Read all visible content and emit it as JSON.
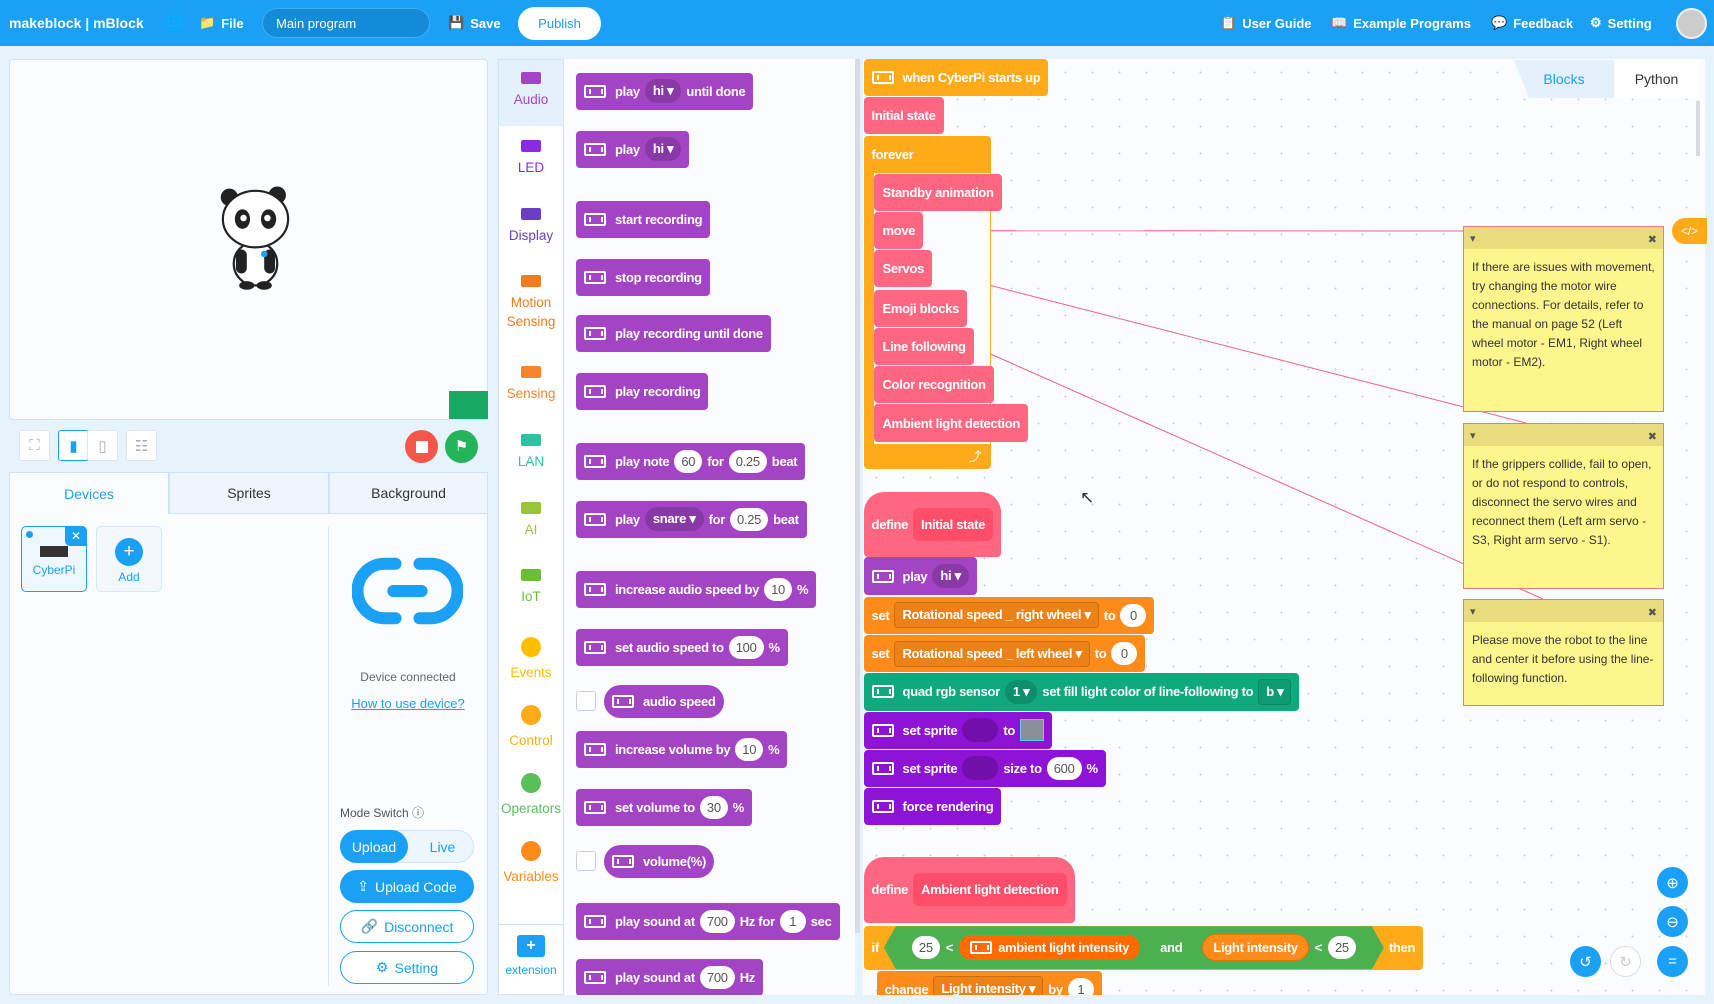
{
  "topbar": {
    "logo": "makeblock | mBlock",
    "file": "File",
    "program": "Main program",
    "save": "Save",
    "publish": "Publish",
    "user_guide": "User Guide",
    "examples": "Example Programs",
    "feedback": "Feedback",
    "setting": "Setting"
  },
  "stage_panel": {
    "tabs": [
      "Devices",
      "Sprites",
      "Background"
    ],
    "device_name": "CyberPi",
    "add": "Add",
    "status": "Device connected",
    "help_link": "How to use device?",
    "mode_label": "Mode Switch",
    "mode_upload": "Upload",
    "mode_live": "Live",
    "upload_code": "Upload Code",
    "disconnect": "Disconnect",
    "setting": "Setting"
  },
  "categories": [
    {
      "label": "Audio",
      "color": "#a244c4"
    },
    {
      "label": "LED",
      "color": "#8a2be2"
    },
    {
      "label": "Display",
      "color": "#6a3fc4"
    },
    {
      "label": "Motion Sensing",
      "color": "#f47a20"
    },
    {
      "label": "Sensing",
      "color": "#f4862e"
    },
    {
      "label": "LAN",
      "color": "#2cc3a0"
    },
    {
      "label": "AI",
      "color": "#9ac43a"
    },
    {
      "label": "IoT",
      "color": "#6abf36"
    },
    {
      "label": "Events",
      "color": "#ffbf00"
    },
    {
      "label": "Control",
      "color": "#ffab19"
    },
    {
      "label": "Operators",
      "color": "#59c059"
    },
    {
      "label": "Variables",
      "color": "#ff8c1a"
    }
  ],
  "extension": "extension",
  "palette": [
    {
      "parts": [
        {
          "k": "t",
          "text": "play"
        },
        {
          "k": "d",
          "text": "hi"
        },
        {
          "k": "t",
          "text": "until done"
        }
      ]
    },
    {
      "parts": [
        {
          "k": "t",
          "text": "play"
        },
        {
          "k": "d",
          "text": "hi"
        }
      ]
    },
    {
      "parts": [
        {
          "k": "t",
          "text": "start recording"
        }
      ]
    },
    {
      "parts": [
        {
          "k": "t",
          "text": "stop recording"
        }
      ]
    },
    {
      "parts": [
        {
          "k": "t",
          "text": "play recording until done"
        }
      ]
    },
    {
      "parts": [
        {
          "k": "t",
          "text": "play recording"
        }
      ]
    },
    {
      "parts": [
        {
          "k": "t",
          "text": "play note"
        },
        {
          "k": "n",
          "text": "60"
        },
        {
          "k": "t",
          "text": "for"
        },
        {
          "k": "n",
          "text": "0.25"
        },
        {
          "k": "t",
          "text": "beat"
        }
      ]
    },
    {
      "parts": [
        {
          "k": "t",
          "text": "play"
        },
        {
          "k": "d",
          "text": "snare"
        },
        {
          "k": "t",
          "text": "for"
        },
        {
          "k": "n",
          "text": "0.25"
        },
        {
          "k": "t",
          "text": "beat"
        }
      ]
    },
    {
      "parts": [
        {
          "k": "t",
          "text": "increase audio speed by"
        },
        {
          "k": "n",
          "text": "10"
        },
        {
          "k": "t",
          "text": "%"
        }
      ]
    },
    {
      "parts": [
        {
          "k": "t",
          "text": "set audio speed to"
        },
        {
          "k": "n",
          "text": "100"
        },
        {
          "k": "t",
          "text": "%"
        }
      ]
    },
    {
      "reporter": true,
      "parts": [
        {
          "k": "t",
          "text": "audio speed"
        }
      ]
    },
    {
      "parts": [
        {
          "k": "t",
          "text": "increase volume by"
        },
        {
          "k": "n",
          "text": "10"
        },
        {
          "k": "t",
          "text": "%"
        }
      ]
    },
    {
      "parts": [
        {
          "k": "t",
          "text": "set volume to"
        },
        {
          "k": "n",
          "text": "30"
        },
        {
          "k": "t",
          "text": "%"
        }
      ]
    },
    {
      "reporter": true,
      "parts": [
        {
          "k": "t",
          "text": "volume(%)"
        }
      ]
    },
    {
      "parts": [
        {
          "k": "t",
          "text": "play sound at"
        },
        {
          "k": "n",
          "text": "700"
        },
        {
          "k": "t",
          "text": "Hz for"
        },
        {
          "k": "n",
          "text": "1"
        },
        {
          "k": "t",
          "text": "sec"
        }
      ]
    },
    {
      "parts": [
        {
          "k": "t",
          "text": "play sound at"
        },
        {
          "k": "n",
          "text": "700"
        },
        {
          "k": "t",
          "text": "Hz"
        }
      ]
    }
  ],
  "editor_tabs": {
    "blocks": "Blocks",
    "python": "Python"
  },
  "script": [
    {
      "parts": [
        {
          "k": "t",
          "text": "when CyberPi starts up"
        }
      ]
    },
    {
      "parts": [
        {
          "k": "t",
          "text": "Initial state"
        }
      ]
    },
    {
      "parts": [
        {
          "k": "t",
          "text": "forever"
        }
      ]
    },
    {
      "parts": [
        {
          "k": "t",
          "text": "Standby animation"
        }
      ]
    },
    {
      "parts": [
        {
          "k": "t",
          "text": "move"
        }
      ]
    },
    {
      "parts": [
        {
          "k": "t",
          "text": "Servos"
        }
      ]
    },
    {
      "parts": [
        {
          "k": "t",
          "text": "Emoji blocks"
        }
      ]
    },
    {
      "parts": [
        {
          "k": "t",
          "text": "Line following"
        }
      ]
    },
    {
      "parts": [
        {
          "k": "t",
          "text": "Color recognition"
        }
      ]
    },
    {
      "parts": [
        {
          "k": "t",
          "text": "Ambient light detection"
        }
      ]
    },
    {
      "parts": [
        {
          "k": "t",
          "text": "define"
        },
        {
          "k": "h",
          "text": "Initial state"
        }
      ]
    },
    {
      "parts": [
        {
          "k": "t",
          "text": "play"
        },
        {
          "k": "d",
          "text": "hi"
        }
      ]
    },
    {
      "parts": [
        {
          "k": "t",
          "text": "set"
        },
        {
          "k": "dd",
          "text": "Rotational speed _ right wheel"
        },
        {
          "k": "t",
          "text": "to"
        },
        {
          "k": "n",
          "text": "0"
        }
      ]
    },
    {
      "parts": [
        {
          "k": "t",
          "text": "set"
        },
        {
          "k": "dd",
          "text": "Rotational speed _ left wheel"
        },
        {
          "k": "t",
          "text": "to"
        },
        {
          "k": "n",
          "text": "0"
        }
      ]
    },
    {
      "parts": [
        {
          "k": "t",
          "text": "quad rgb sensor"
        },
        {
          "k": "d",
          "text": "1"
        },
        {
          "k": "t",
          "text": "set fill light color of line-following to"
        },
        {
          "k": "dd",
          "text": "b"
        }
      ]
    },
    {
      "parts": [
        {
          "k": "t",
          "text": "set sprite"
        },
        {
          "k": "blank",
          "text": ""
        },
        {
          "k": "t",
          "text": "to"
        },
        {
          "k": "img",
          "text": ""
        }
      ]
    },
    {
      "parts": [
        {
          "k": "t",
          "text": "set sprite"
        },
        {
          "k": "blank",
          "text": ""
        },
        {
          "k": "t",
          "text": "size to"
        },
        {
          "k": "n",
          "text": "600"
        },
        {
          "k": "t",
          "text": "%"
        }
      ]
    },
    {
      "parts": [
        {
          "k": "t",
          "text": "force rendering"
        }
      ]
    },
    {
      "parts": [
        {
          "k": "t",
          "text": "define"
        },
        {
          "k": "h",
          "text": "Ambient light detection"
        }
      ]
    },
    {
      "parts": [
        {
          "k": "t",
          "text": "if"
        },
        {
          "k": "x",
          "parts": [
            {
              "k": "x",
              "parts": [
                {
                  "k": "n",
                  "text": "25"
                },
                {
                  "k": "t",
                  "text": "<"
                },
                {
                  "k": "r",
                  "text": "ambient light intensity"
                }
              ]
            },
            {
              "k": "t",
              "text": "and"
            },
            {
              "k": "x",
              "parts": [
                {
                  "k": "rv",
                  "text": "Light intensity"
                },
                {
                  "k": "t",
                  "text": "<"
                },
                {
                  "k": "n",
                  "text": "25"
                }
              ]
            }
          ]
        },
        {
          "k": "t",
          "text": "then"
        }
      ]
    },
    {
      "parts": [
        {
          "k": "t",
          "text": "change"
        },
        {
          "k": "dd",
          "text": "Light intensity"
        },
        {
          "k": "t",
          "text": "by"
        },
        {
          "k": "n",
          "text": "1"
        }
      ]
    }
  ],
  "notes": [
    "If there are issues with movement, try changing the motor wire connections. For details, refer to the manual on page 52 (Left wheel motor - EM1, Right wheel motor - EM2).",
    "If the grippers collide, fail to open, or do not respond to controls, disconnect the servo wires and reconnect them (Left arm servo - S3, Right arm servo - S1).",
    "Please move the robot to the line and center it before using the line-following function."
  ],
  "colors": {
    "accent": "#1aa0f5",
    "audio": "#a244c4",
    "event": "#ffab19",
    "control": "#ffab19",
    "myblocks": "#ff6680",
    "variables": "#ff8c1a",
    "quad_rgb": "#0fa97d",
    "display": "#8f13d6",
    "operators": "#4caf50",
    "stop": "#f4574a",
    "go": "#24b35a"
  }
}
